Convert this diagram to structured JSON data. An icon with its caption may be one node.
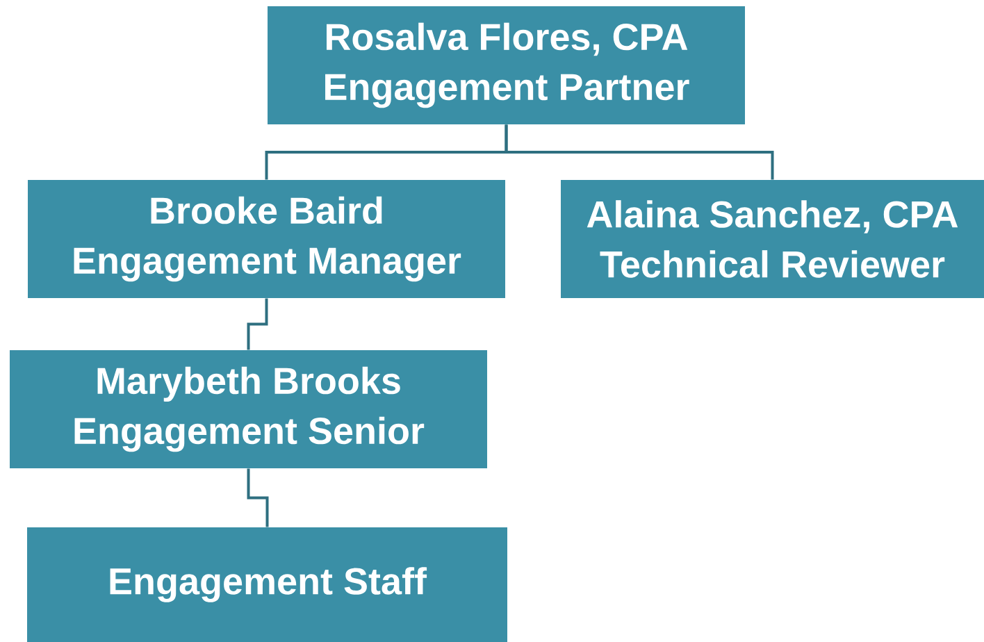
{
  "diagram": {
    "nodes": [
      {
        "text": [
          "Rosalva Flores, CPA",
          "Engagement Partner"
        ]
      },
      {
        "text": [
          "Brooke Baird",
          "Engagement Manager"
        ]
      },
      {
        "text": [
          "Alaina Sanchez, CPA",
          "Technical Reviewer"
        ]
      },
      {
        "text": [
          "Marybeth Brooks",
          "Engagement Senior"
        ]
      },
      {
        "text": [
          "Engagement Staff"
        ]
      }
    ],
    "edges": [
      {
        "from": 0,
        "to": 1,
        "arrow": "none"
      },
      {
        "from": 0,
        "to": 2,
        "arrow": "none"
      },
      {
        "from": 1,
        "to": 3,
        "arrow": "none"
      },
      {
        "from": 3,
        "to": 4,
        "arrow": "none"
      }
    ]
  }
}
